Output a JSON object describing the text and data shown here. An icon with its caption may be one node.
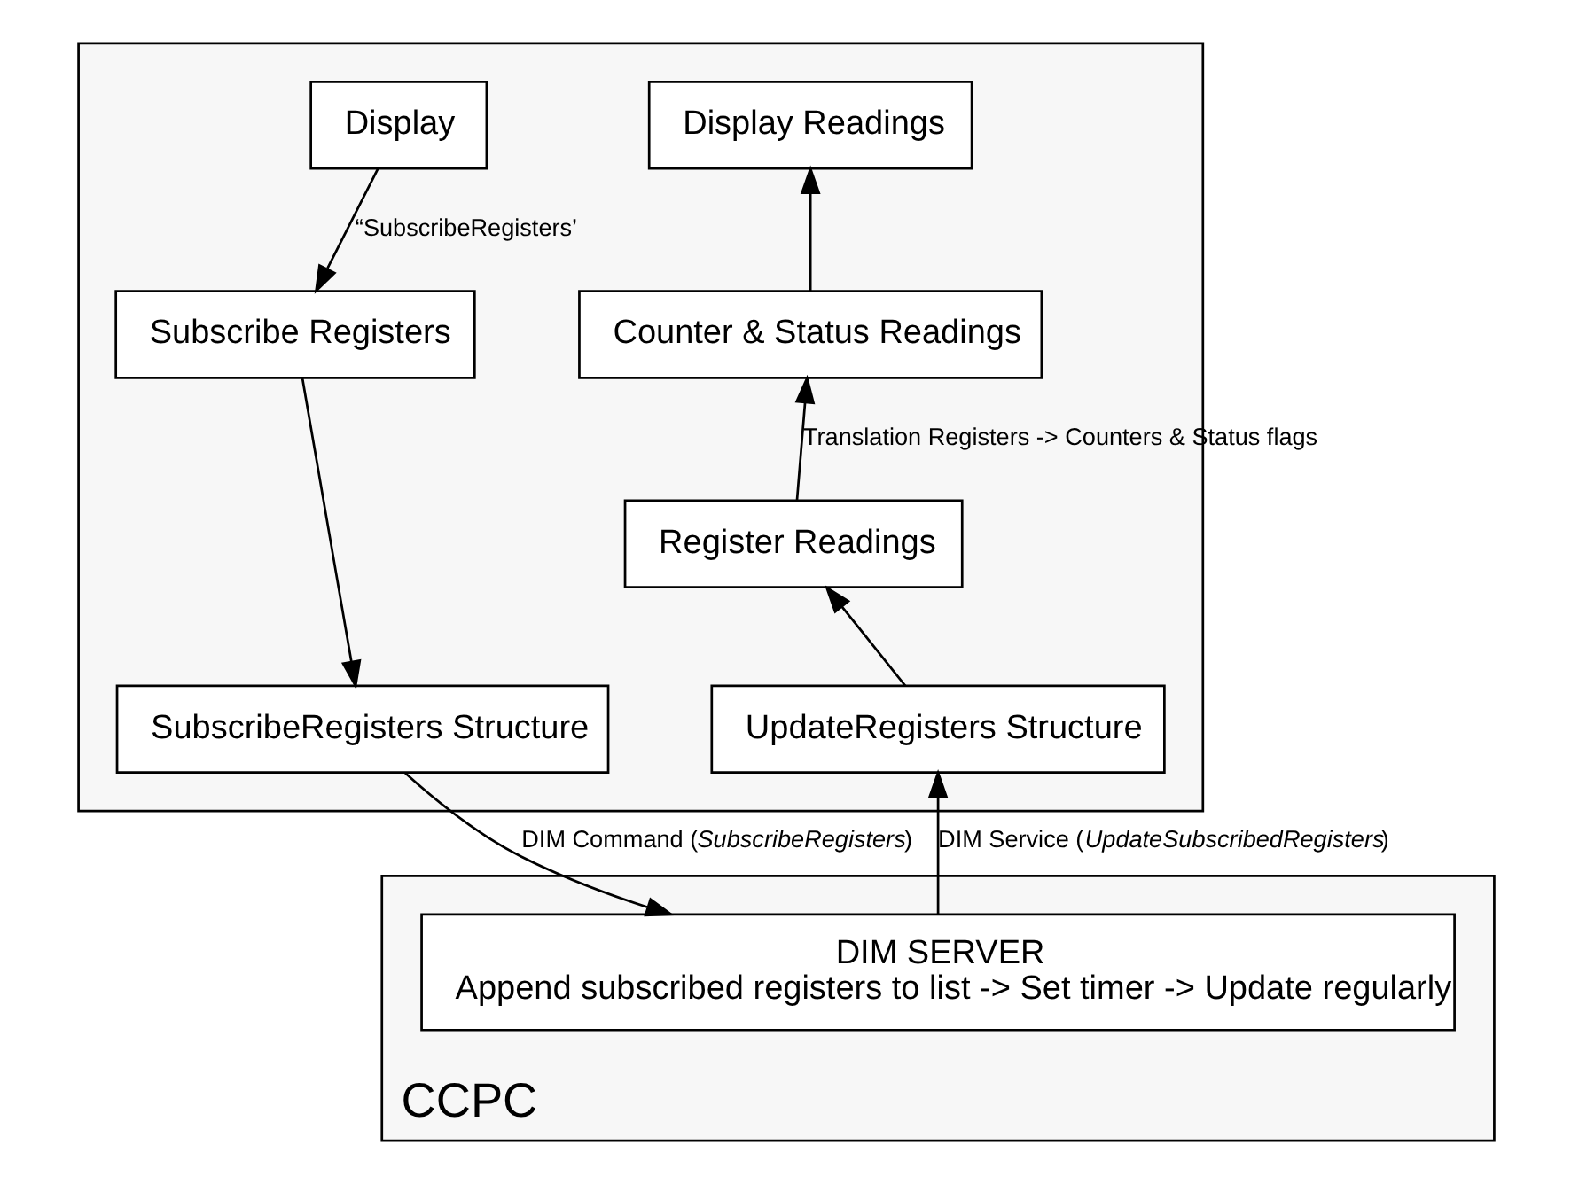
{
  "diagram": {
    "nodes": [
      {
        "text": [],
        "shape": "box"
      },
      {
        "text": [
          "Display"
        ],
        "in": 0
      },
      {
        "text": [
          "Subscribe Registers"
        ],
        "in": 0
      },
      {
        "text": [
          "SubscribeRegisters Structure"
        ],
        "in": 0
      },
      {
        "text": [
          "UpdateRegisters Structure"
        ],
        "in": 0
      },
      {
        "text": [
          "Register Readings"
        ],
        "in": 0
      },
      {
        "text": [
          "Counter & Status Readings"
        ],
        "in": 0
      },
      {
        "text": [
          "Display Readings"
        ],
        "in": 0
      },
      {
        "text": [
          "CCPC"
        ]
      },
      {
        "text": [
          "DIM SERVER",
          "Append subscribed registers to list -> Set timer -> Update regularly"
        ],
        "in": 8
      }
    ],
    "edges": [
      {
        "from": 1,
        "to": 2,
        "arrow": "to",
        "label": "“SubscribeRegisters’"
      },
      {
        "from": 2,
        "to": 3,
        "arrow": "to"
      },
      {
        "from": 3,
        "to": 9,
        "arrow": "to",
        "label": "DIM Command (*SubscribeRegisters*)"
      },
      {
        "from": 9,
        "to": 4,
        "arrow": "to",
        "label": "DIM Service (*UpdateSubscribedRegisters*)"
      },
      {
        "from": 4,
        "to": 5,
        "arrow": "to"
      },
      {
        "from": 5,
        "to": 6,
        "arrow": "to",
        "label": "Translation Registers -> Counters & Status flags"
      },
      {
        "from": 6,
        "to": 7,
        "arrow": "to"
      }
    ]
  }
}
